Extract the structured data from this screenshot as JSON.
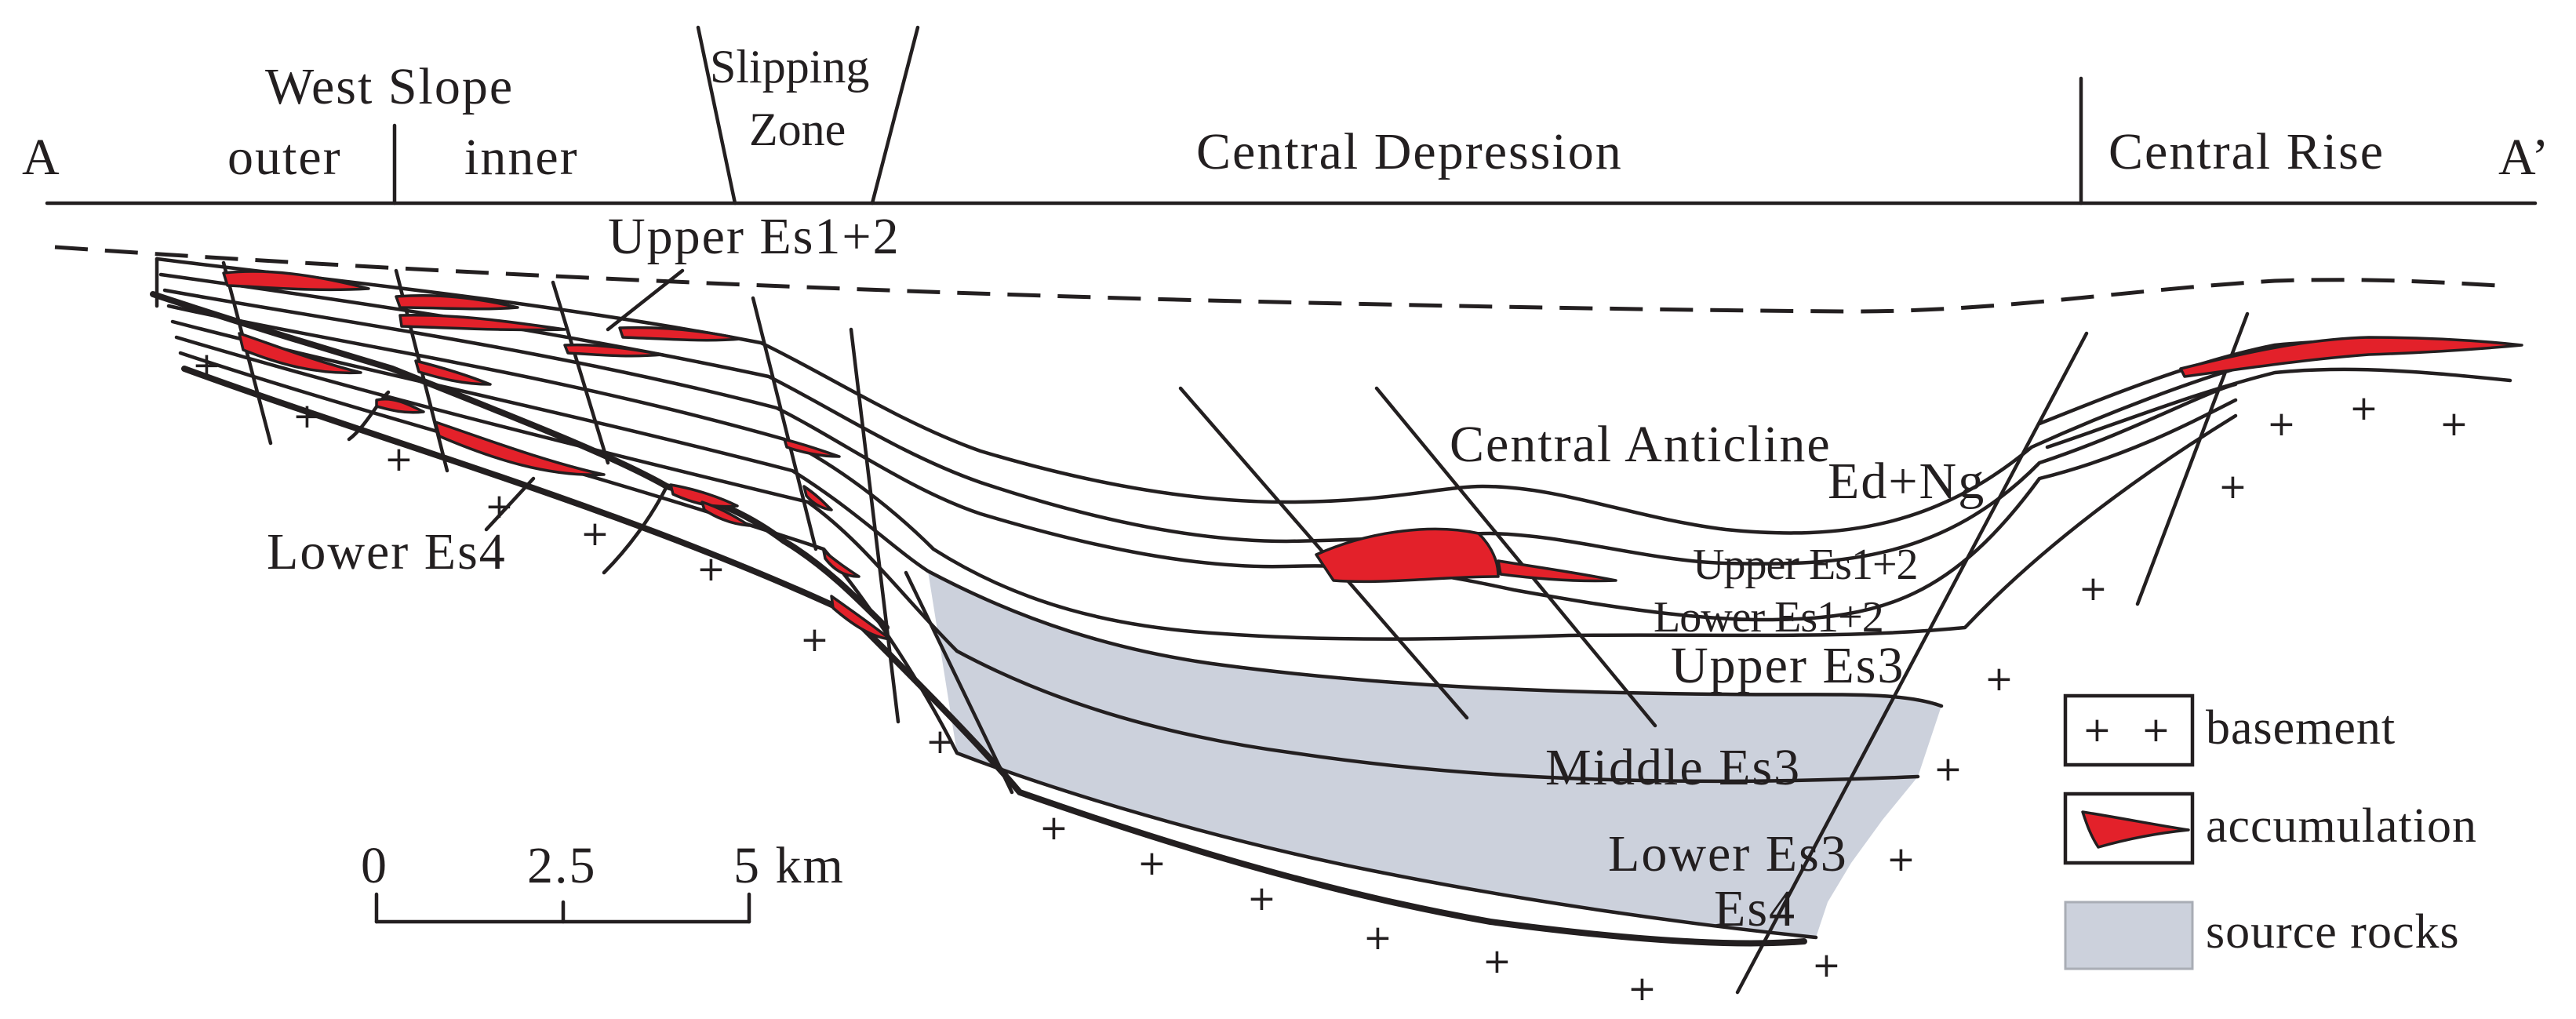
{
  "section": {
    "start_label": "A",
    "end_label": "A’",
    "zones": {
      "west_slope": "West Slope",
      "outer": "outer",
      "inner": "inner",
      "slipping_zone_line1": "Slipping",
      "slipping_zone_line2": "Zone",
      "central_depression": "Central Depression",
      "central_rise": "Central Rise"
    }
  },
  "annotations": {
    "upper_es12_top": "Upper Es1+2",
    "lower_es4_left": "Lower Es4",
    "central_anticline": "Central Anticline",
    "ed_ng": "Ed+Ng",
    "upper_es12": "Upper Es1+2",
    "lower_es12": "Lower Es1+2",
    "upper_es3": "Upper Es3",
    "middle_es3": "Middle Es3",
    "lower_es3": "Lower Es3",
    "es4": "Es4"
  },
  "scale_bar": {
    "tick_0": "0",
    "tick_mid": "2.5",
    "tick_end": "5 km"
  },
  "legend": {
    "basement": "basement",
    "accumulation": "accumulation",
    "source_rocks": "source rocks"
  },
  "colors": {
    "accumulation": "#e3212a",
    "source_rocks": "#ccd1dc",
    "line": "#231f20"
  }
}
